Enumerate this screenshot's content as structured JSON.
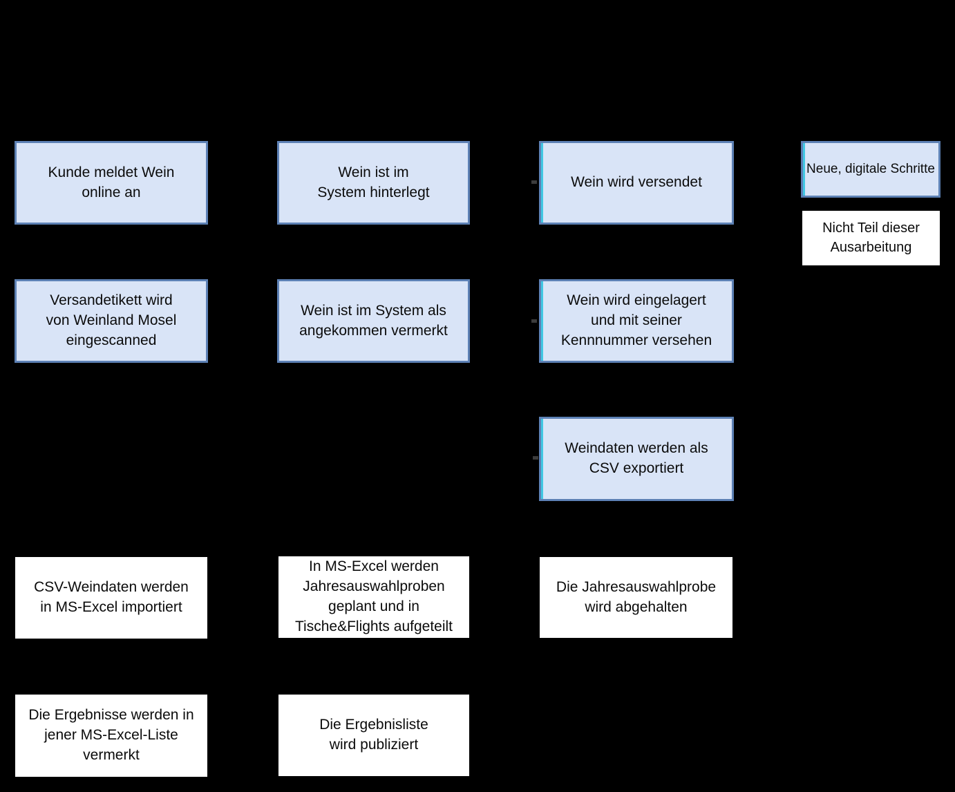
{
  "diagram": {
    "background_color": "#000000",
    "colors": {
      "digital_step_fill": "#d9e4f7",
      "digital_step_border": "#5d81b5",
      "digital_step_highlight_edge": "#42c8e3",
      "manual_step_fill": "#ffffff",
      "text": "#0b0b0b"
    },
    "boxes": [
      {
        "id": "kunde-meldet-wein",
        "type": "digital",
        "text": "Kunde meldet Wein\nonline an"
      },
      {
        "id": "wein-im-system-hinterlegt",
        "type": "digital",
        "text": "Wein ist im\nSystem hinterlegt"
      },
      {
        "id": "wein-wird-versendet",
        "type": "digital",
        "highlighted": true,
        "text": "Wein wird versendet"
      },
      {
        "id": "versandetikett-eingescanned",
        "type": "digital",
        "text": "Versandetikett wird\nvon Weinland Mosel\neingescanned"
      },
      {
        "id": "wein-angekommen-vermerkt",
        "type": "digital",
        "text": "Wein ist im System als\nangekommen vermerkt"
      },
      {
        "id": "wein-eingelagert-kennnummer",
        "type": "digital",
        "highlighted": true,
        "text": "Wein wird eingelagert\nund mit seiner\nKennnummer versehen"
      },
      {
        "id": "weindaten-csv-export",
        "type": "digital",
        "highlighted": true,
        "text": "Weindaten werden als\nCSV exportiert"
      },
      {
        "id": "csv-import-excel",
        "type": "manual",
        "text": "CSV-Weindaten werden\nin MS-Excel importiert"
      },
      {
        "id": "excel-jahresauswahlproben-planung",
        "type": "manual",
        "text": "In MS-Excel werden\nJahresauswahlproben\ngeplant und in\nTische&Flights aufgeteilt"
      },
      {
        "id": "jahresauswahlprobe-abgehalten",
        "type": "manual",
        "text": "Die Jahresauswahlprobe\nwird abgehalten"
      },
      {
        "id": "ergebnisse-vermerkt",
        "type": "manual",
        "text": "Die Ergebnisse werden in\njener MS-Excel-Liste\nvermerkt"
      },
      {
        "id": "ergebnisliste-publiziert",
        "type": "manual",
        "text": "Die Ergebnisliste\nwird publiziert"
      }
    ],
    "legend": [
      {
        "id": "digital-steps",
        "type": "digital",
        "text": "Neue, digitale Schritte"
      },
      {
        "id": "not-part-of-work",
        "type": "manual",
        "text": "Nicht Teil dieser\nAusarbeitung"
      }
    ]
  }
}
